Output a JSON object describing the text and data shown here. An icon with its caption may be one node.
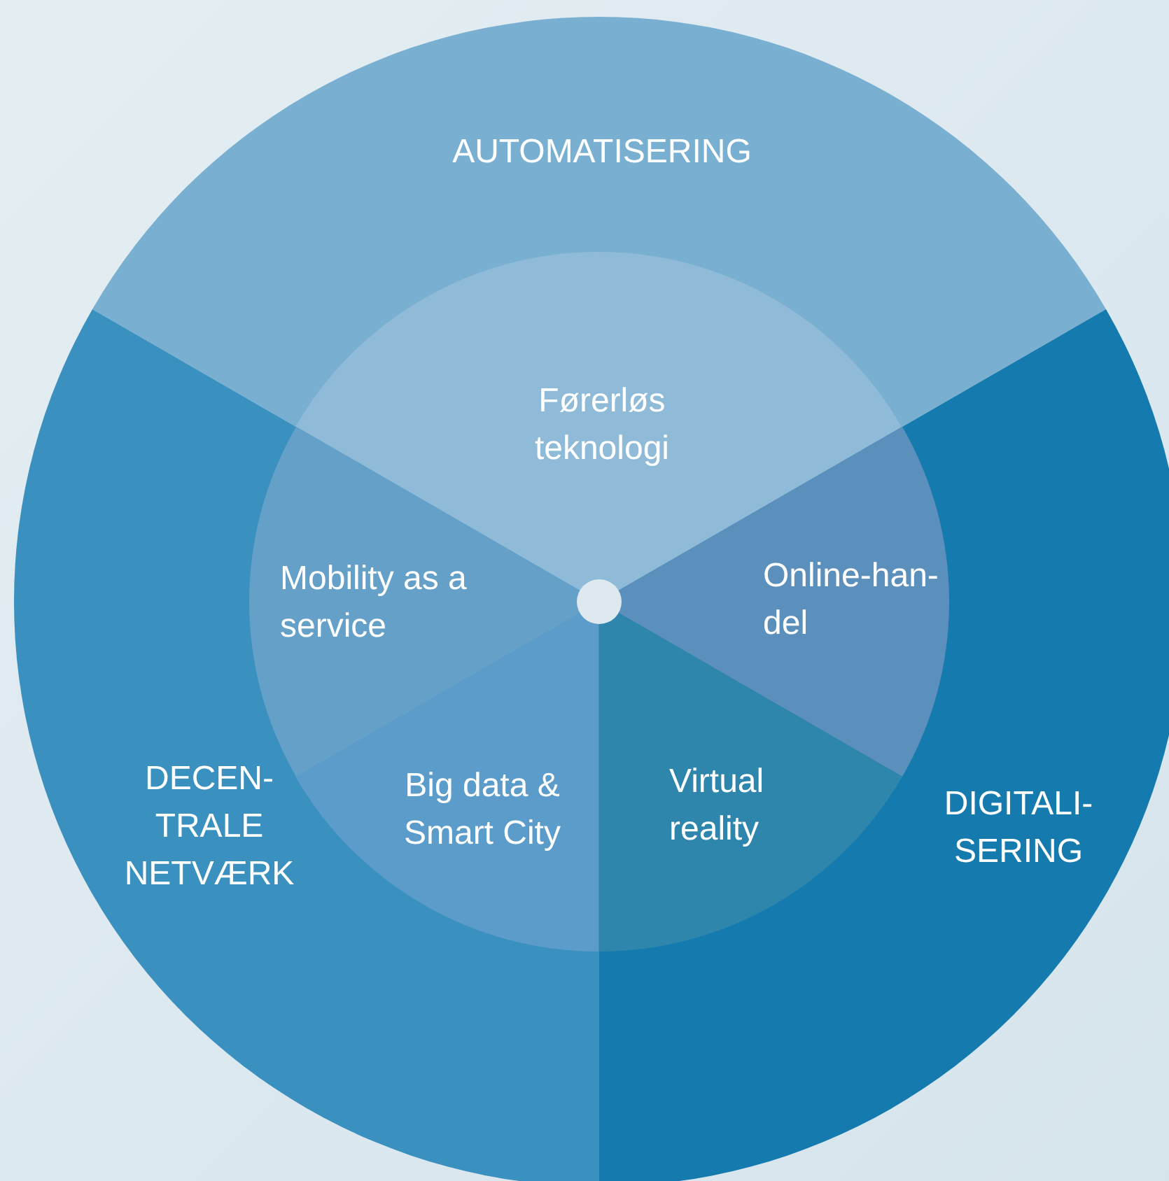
{
  "diagram": {
    "nodes": [
      {
        "text": [
          "AUTOMATISERING"
        ]
      },
      {
        "text": [
          "DIGITALI- SERING"
        ]
      },
      {
        "text": [
          "DECEN- TRALE NETVÆRK"
        ]
      },
      {
        "text": [
          "Førerløs teknologi"
        ],
        "in": 0
      },
      {
        "text": [
          "Online-han- del"
        ],
        "in": 1
      },
      {
        "text": [
          "Virtual reality"
        ],
        "in": 1
      },
      {
        "text": [
          "Big data & Smart City"
        ],
        "in": 2
      },
      {
        "text": [
          "Mobility as a service"
        ],
        "in": 2
      }
    ],
    "edges": []
  }
}
